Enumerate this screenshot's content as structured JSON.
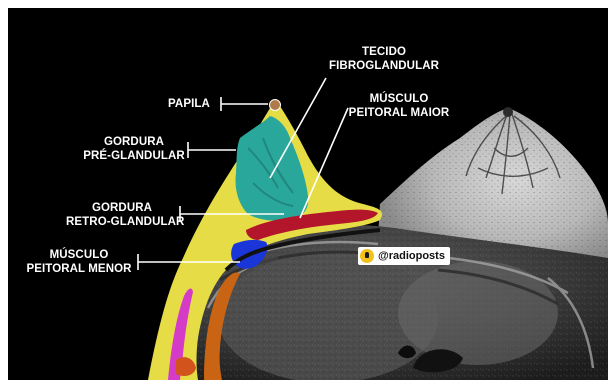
{
  "labels": {
    "papila": "PAPILA",
    "tecido_line1": "TECIDO",
    "tecido_line2": "FIBROGLANDULAR",
    "musculo_maior_line1": "MÚSCULO",
    "musculo_maior_line2": "PEITORAL MAIOR",
    "gordura_pre_line1": "GORDURA",
    "gordura_pre_line2": "PRÉ-GLANDULAR",
    "gordura_retro_line1": "GORDURA",
    "gordura_retro_line2": "RETRO-GLANDULAR",
    "musculo_menor_line1": "MÚSCULO",
    "musculo_menor_line2": "PEITORAL MENOR"
  },
  "watermark": {
    "text": "@radioposts",
    "icon": "lightbulb-icon"
  },
  "colors": {
    "fat": "#e6dc45",
    "fibroglandular": "#2aa79b",
    "pectoralis_major": "#b3162b",
    "pectoralis_minor": "#1a36d8",
    "nipple": "#b07a4a",
    "orange_structure": "#c86414",
    "magenta_structure": "#d43cc8"
  }
}
